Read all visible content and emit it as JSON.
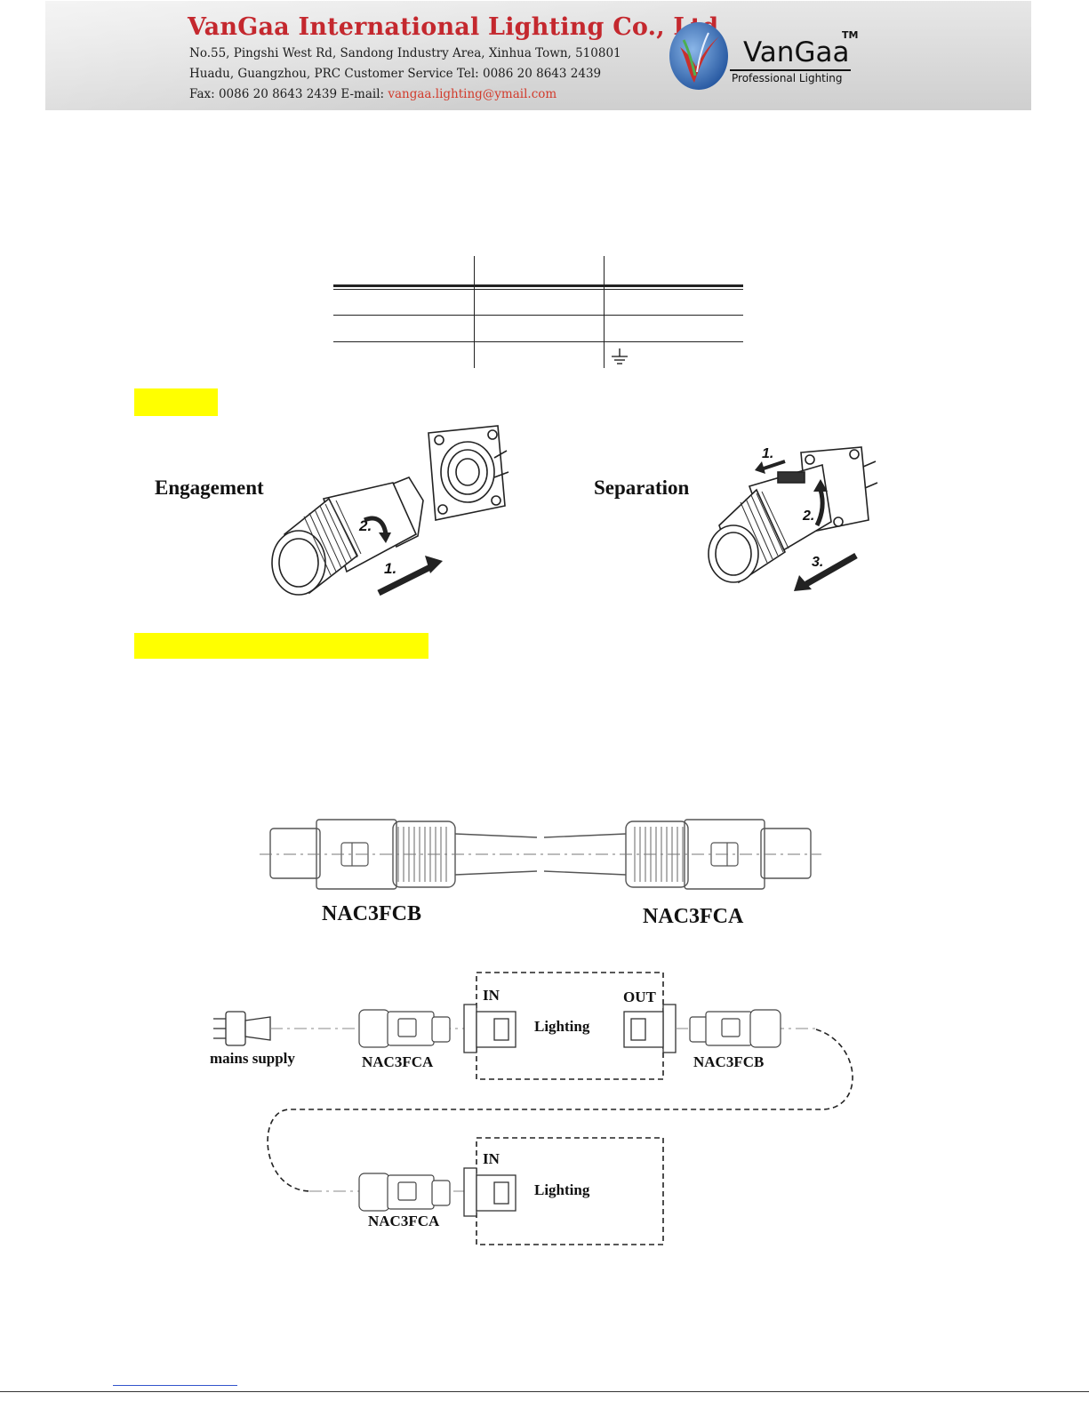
{
  "header": {
    "company_name": "VanGaa International Lighting Co., Ltd",
    "address_line1": "No.55, Pingshi West Rd,  Sandong Industry Area, Xinhua Town, 510801",
    "address_line2": "Huadu, Guangzhou, PRC  Customer Service Tel: 0086 20 8643 2439",
    "fax_label": "Fax: 0086 20 8643 2439   E-mail: ",
    "email": "vangaa.lighting@ymail.com",
    "logo_name": "VanGaa",
    "logo_tagline": "Professional Lighting",
    "logo_tm": "TM",
    "brand_color": "#c4282e"
  },
  "engagement": {
    "engagement_label": "Engagement",
    "separation_label": "Separation",
    "step_1": "1.",
    "step_2": "2.",
    "step_3": "3."
  },
  "cable": {
    "left_connector": "NAC3FCB",
    "right_connector": "NAC3FCA"
  },
  "wiring": {
    "in_label": "IN",
    "out_label": "OUT",
    "lighting_label": "Lighting",
    "mains_label": "mains supply",
    "connector_a": "NAC3FCA",
    "connector_b": "NAC3FCB"
  },
  "highlight_color": "#ffff00"
}
